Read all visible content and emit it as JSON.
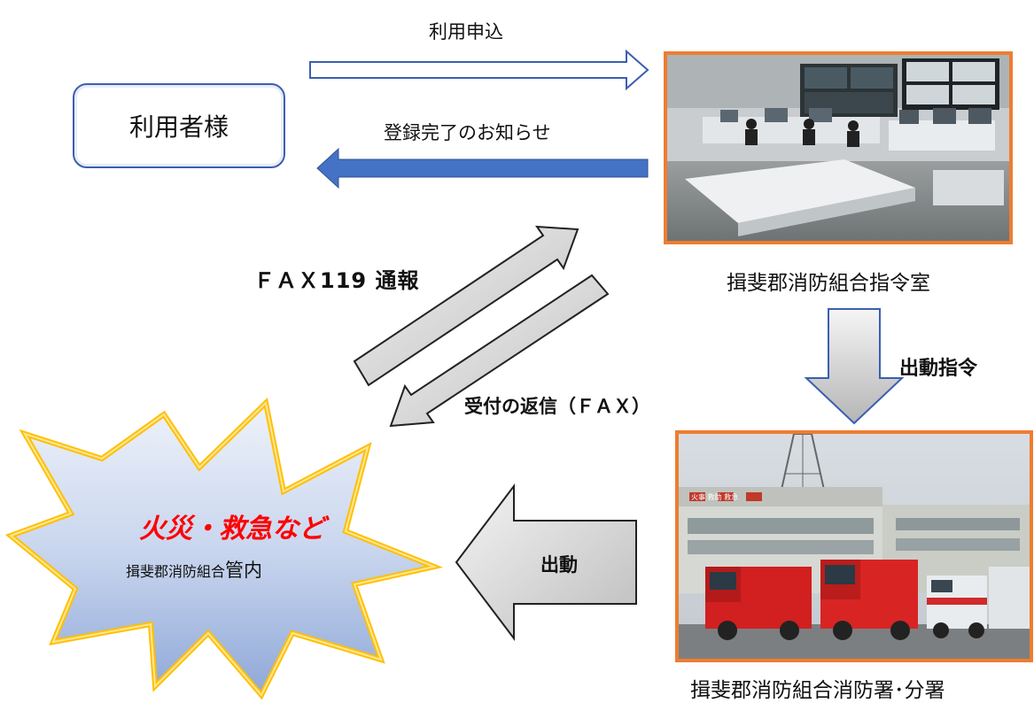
{
  "labels": {
    "apply": "利用申込",
    "user": "利用者様",
    "registration_done": "登録完了のお知らせ",
    "fax119": "ＦＡＸ119 通報",
    "command_room": "揖斐郡消防組合指令室",
    "dispatch_order": "出動指令",
    "reply_fax": "受付の返信（ＦＡＸ）",
    "dispatch": "出動",
    "incident": "火災・救急など",
    "jurisdiction_prefix": "揖斐郡消防組合",
    "jurisdiction_suffix": "管内",
    "fire_station": "揖斐郡消防組合消防署･分署"
  },
  "station_sign": "火事 救助 救急",
  "colors": {
    "arrow_outline_blue": "#3b5fb0",
    "arrow_fill_blue": "#4472c4",
    "photo_border": "#ed7d31",
    "burst_outline": "#ffc000",
    "incident_text": "#ff0000"
  }
}
